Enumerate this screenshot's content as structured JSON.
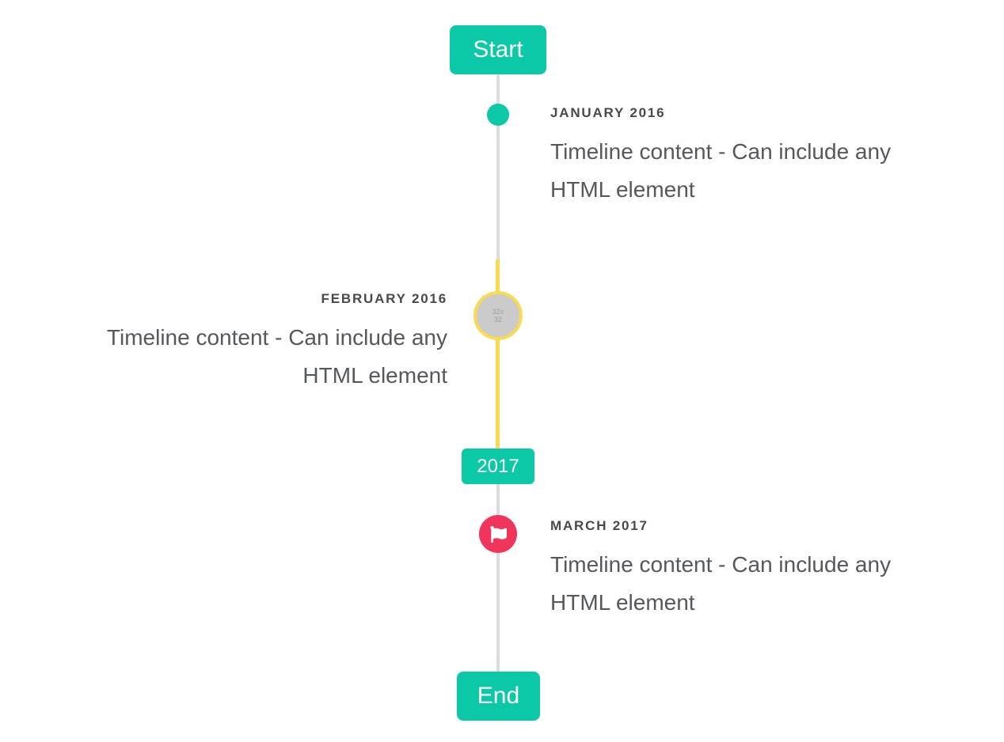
{
  "timeline": {
    "start_label": "Start",
    "end_label": "End",
    "year_badge": "2017",
    "colors": {
      "accent_teal": "#0bc9a6",
      "highlight_yellow": "#f8db52",
      "flag_red": "#f0345c",
      "line_gray": "#dcdcdc",
      "image_circle_gray": "#cbcbcb"
    },
    "items": [
      {
        "title": "JANUARY 2016",
        "body": "Timeline content - Can include any HTML element",
        "side": "right",
        "marker": "teal-dot"
      },
      {
        "title": "FEBRUARY 2016",
        "body": "Timeline content - Can include any HTML element",
        "side": "left",
        "marker": "placeholder-image",
        "placeholder_text": "32x32"
      },
      {
        "title": "MARCH 2017",
        "body": "Timeline content - Can include any HTML element",
        "side": "right",
        "marker": "flag"
      }
    ]
  }
}
